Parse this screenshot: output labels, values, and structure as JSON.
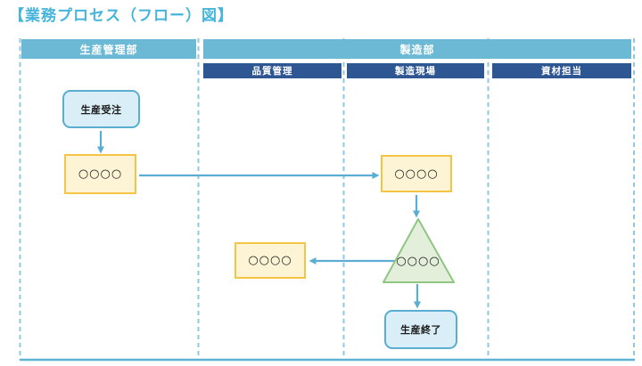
{
  "title": "【業務プロセス（フロー）図】",
  "lanes": {
    "production_management": {
      "label": "生産管理部"
    },
    "manufacturing": {
      "label": "製造部",
      "sub_lanes": [
        {
          "label": "品質管理"
        },
        {
          "label": "製造現場"
        },
        {
          "label": "資材担当"
        }
      ]
    }
  },
  "nodes": {
    "production_order": {
      "label": "生産受注",
      "type": "terminator",
      "lane": "生産管理部"
    },
    "process_pm": {
      "label": "○○○○",
      "type": "process",
      "lane": "生産管理部"
    },
    "process_factory": {
      "label": "○○○○",
      "type": "process",
      "lane": "製造現場"
    },
    "decision_triangle": {
      "label": "○○○○",
      "type": "triangle",
      "lane": "製造現場"
    },
    "process_qc": {
      "label": "○○○○",
      "type": "process",
      "lane": "品質管理"
    },
    "production_end": {
      "label": "生産終了",
      "type": "terminator",
      "lane": "製造現場"
    }
  },
  "edges": [
    {
      "from": "production_order",
      "to": "process_pm",
      "direction": "down"
    },
    {
      "from": "process_pm",
      "to": "process_factory",
      "direction": "right"
    },
    {
      "from": "process_factory",
      "to": "decision_triangle",
      "direction": "down"
    },
    {
      "from": "decision_triangle",
      "to": "process_qc",
      "direction": "left"
    },
    {
      "from": "decision_triangle",
      "to": "production_end",
      "direction": "down"
    }
  ],
  "colors": {
    "title_text": "#45B5DC",
    "lane_header_bg": "#6CB9D5",
    "sub_header_bg": "#2E5693",
    "header_text": "#FFFFFF",
    "process_fill": "#FDF4D6",
    "process_border": "#F5C445",
    "terminator_fill": "#D9EEF7",
    "terminator_border": "#58ADD0",
    "triangle_fill": "#E3EFDB",
    "triangle_border": "#8FC681",
    "arrow": "#5BADD2",
    "lane_divider": "#8FC9E0",
    "bottom_border": "#5FB2D3"
  }
}
